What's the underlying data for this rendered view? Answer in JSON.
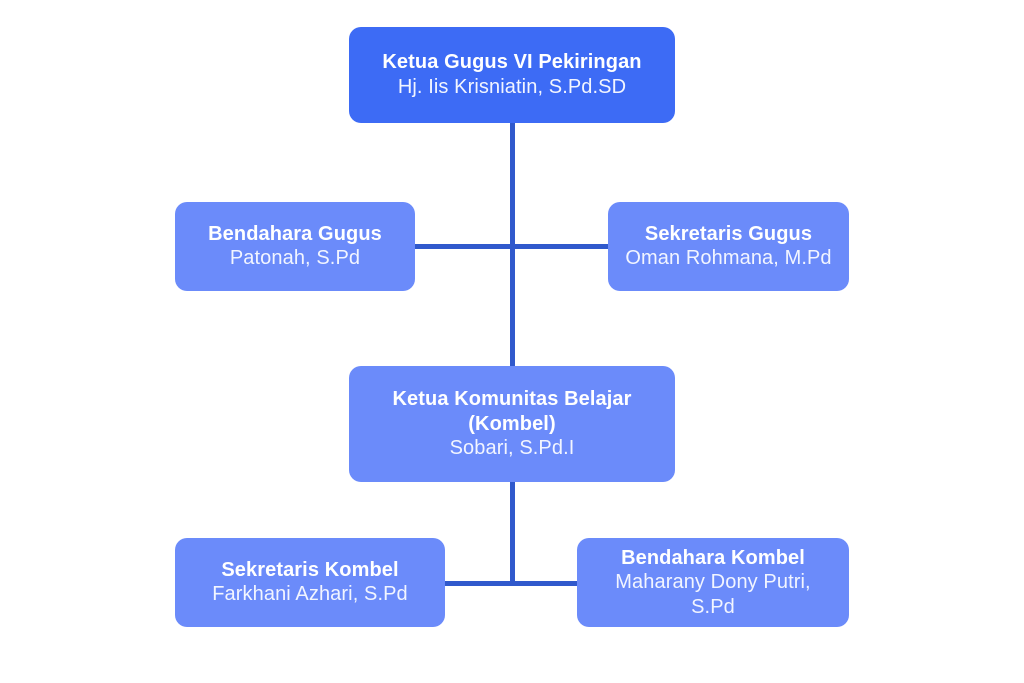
{
  "diagram": {
    "type": "org-chart",
    "background_color": "#ffffff",
    "colors": {
      "primary_node": "#3D6BF5",
      "secondary_node": "#6B8BFA",
      "connector": "#3059CC",
      "title_text": "#ffffff",
      "name_text": "#F2F5FF"
    },
    "nodes": [
      {
        "id": "ketua-gugus",
        "title": "Ketua Gugus VI Pekiringan",
        "name": "Hj. Iis Krisniatin, S.Pd.SD",
        "level": 1,
        "style": "primary"
      },
      {
        "id": "bendahara-gugus",
        "title": "Bendahara Gugus",
        "name": "Patonah, S.Pd",
        "level": 2,
        "style": "secondary"
      },
      {
        "id": "sekretaris-gugus",
        "title": "Sekretaris Gugus",
        "name": "Oman Rohmana, M.Pd",
        "level": 2,
        "style": "secondary"
      },
      {
        "id": "ketua-kombel",
        "title_line1": "Ketua Komunitas Belajar",
        "title_line2": "(Kombel)",
        "name": "Sobari, S.Pd.I",
        "level": 3,
        "style": "secondary"
      },
      {
        "id": "sekretaris-kombel",
        "title": "Sekretaris Kombel",
        "name": "Farkhani Azhari, S.Pd",
        "level": 4,
        "style": "secondary"
      },
      {
        "id": "bendahara-kombel",
        "title": "Bendahara Kombel",
        "name": "Maharany Dony Putri, S.Pd",
        "level": 4,
        "style": "secondary"
      }
    ]
  }
}
